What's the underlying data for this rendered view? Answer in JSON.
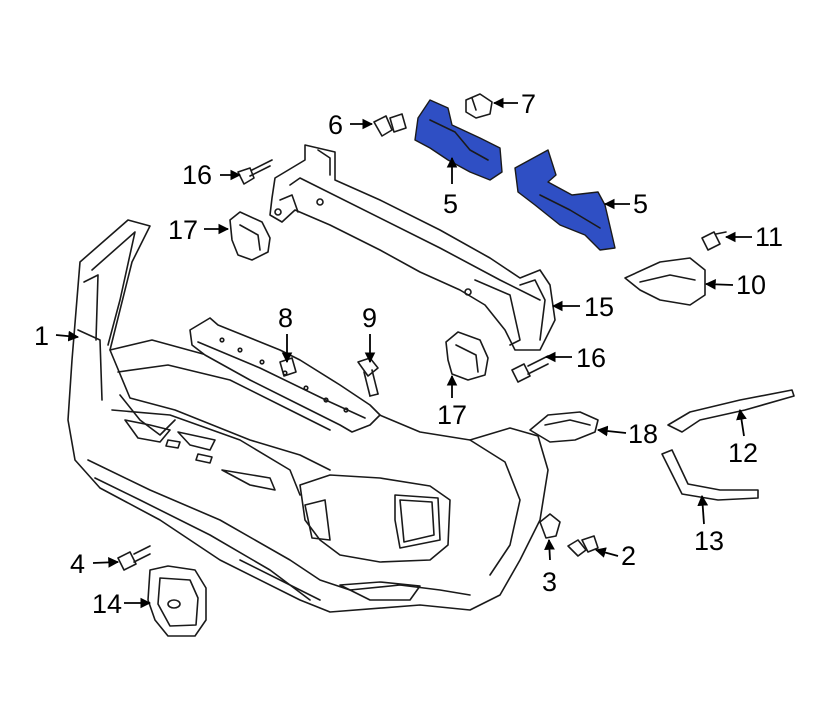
{
  "colors": {
    "highlight": "#2f4fc4",
    "outline": "#1a1a1a",
    "background": "#ffffff"
  },
  "callouts": [
    {
      "id": "c1",
      "label": "1"
    },
    {
      "id": "c2",
      "label": "2"
    },
    {
      "id": "c3",
      "label": "3"
    },
    {
      "id": "c4",
      "label": "4"
    },
    {
      "id": "c5a",
      "label": "5"
    },
    {
      "id": "c5b",
      "label": "5"
    },
    {
      "id": "c6",
      "label": "6"
    },
    {
      "id": "c7",
      "label": "7"
    },
    {
      "id": "c8",
      "label": "8"
    },
    {
      "id": "c9",
      "label": "9"
    },
    {
      "id": "c10",
      "label": "10"
    },
    {
      "id": "c11",
      "label": "11"
    },
    {
      "id": "c12",
      "label": "12"
    },
    {
      "id": "c13",
      "label": "13"
    },
    {
      "id": "c14",
      "label": "14"
    },
    {
      "id": "c15",
      "label": "15"
    },
    {
      "id": "c16a",
      "label": "16"
    },
    {
      "id": "c16b",
      "label": "16"
    },
    {
      "id": "c17a",
      "label": "17"
    },
    {
      "id": "c17b",
      "label": "17"
    },
    {
      "id": "c18",
      "label": "18"
    }
  ]
}
